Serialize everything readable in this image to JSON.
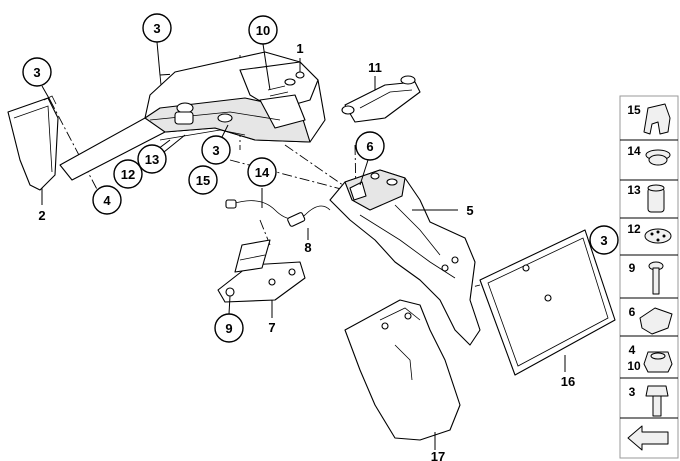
{
  "callouts": {
    "c3_top": "3",
    "c10": "10",
    "c3_left": "3",
    "c4": "4",
    "c12": "12",
    "c13": "13",
    "c3_mid": "3",
    "c15": "15",
    "c14": "14",
    "c6": "6",
    "c9": "9",
    "c3_right": "3"
  },
  "labels": {
    "l1": "1",
    "l2": "2",
    "l5": "5",
    "l7": "7",
    "l8": "8",
    "l11": "11",
    "l16": "16",
    "l17": "17"
  },
  "legend": {
    "items": [
      {
        "label": "15"
      },
      {
        "label": "14"
      },
      {
        "label": "13"
      },
      {
        "label": "12"
      },
      {
        "label": "9"
      },
      {
        "label": "6"
      },
      {
        "label": "4",
        "label2": "10"
      },
      {
        "label": "3"
      }
    ]
  }
}
